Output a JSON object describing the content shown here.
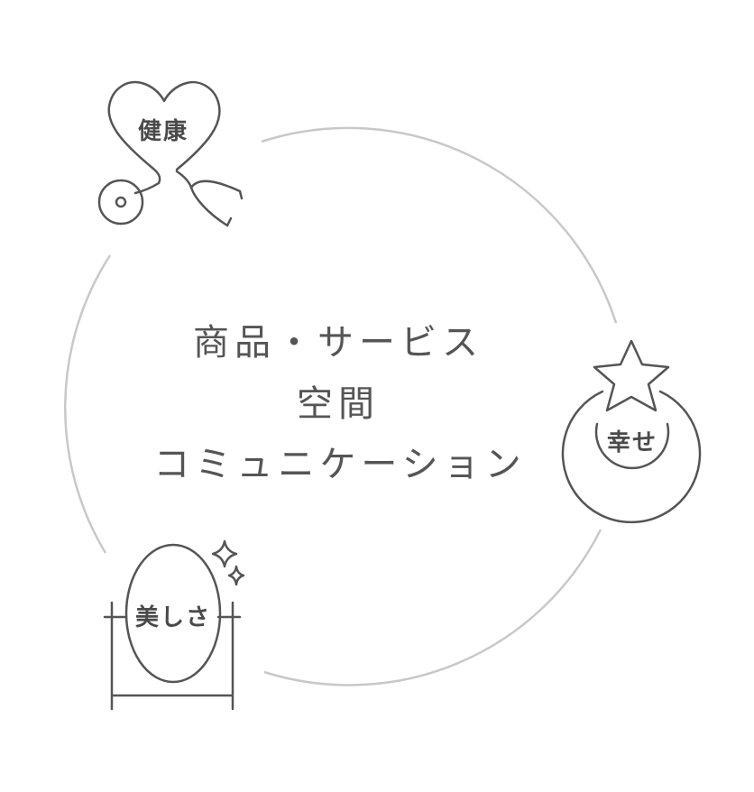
{
  "center": {
    "line1": "商品・サービス",
    "line2": "空間",
    "line3": "コミュニケーション"
  },
  "nodes": {
    "health": {
      "label": "健康",
      "icon": "heart-stethoscope-icon"
    },
    "happiness": {
      "label": "幸せ",
      "icon": "star-medal-icon"
    },
    "beauty": {
      "label": "美しさ",
      "icon": "mirror-sparkle-icon"
    }
  },
  "colors": {
    "ring": "#c8c8c8",
    "icon_stroke": "#555555",
    "text": "#555555"
  }
}
